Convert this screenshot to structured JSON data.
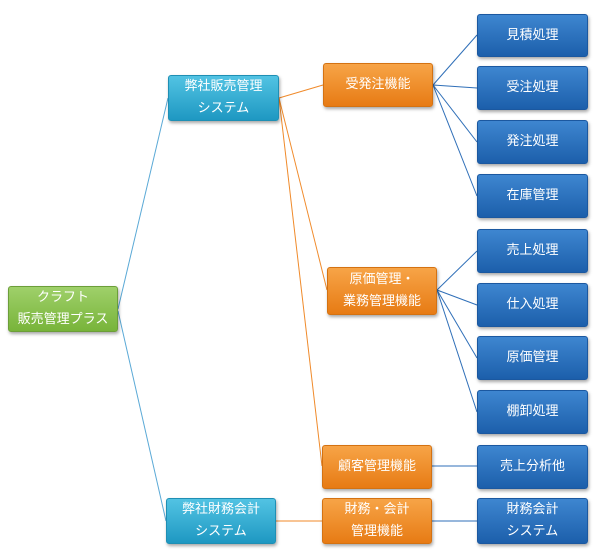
{
  "diagram": {
    "root": {
      "label": "クラフト\n販売管理プラス"
    },
    "systems": [
      {
        "label": "弊社販売管理\nシステム"
      },
      {
        "label": "弊社財務会計\nシステム"
      }
    ],
    "functions": [
      {
        "label": "受発注機能"
      },
      {
        "label": "原価管理・\n業務管理機能"
      },
      {
        "label": "顧客管理機能"
      },
      {
        "label": "財務・会計\n管理機能"
      }
    ],
    "processes": [
      {
        "label": "見積処理"
      },
      {
        "label": "受注処理"
      },
      {
        "label": "発注処理"
      },
      {
        "label": "在庫管理"
      },
      {
        "label": "売上処理"
      },
      {
        "label": "仕入処理"
      },
      {
        "label": "原価管理"
      },
      {
        "label": "棚卸処理"
      },
      {
        "label": "売上分析他"
      },
      {
        "label": "財務会計\nシステム"
      }
    ]
  }
}
